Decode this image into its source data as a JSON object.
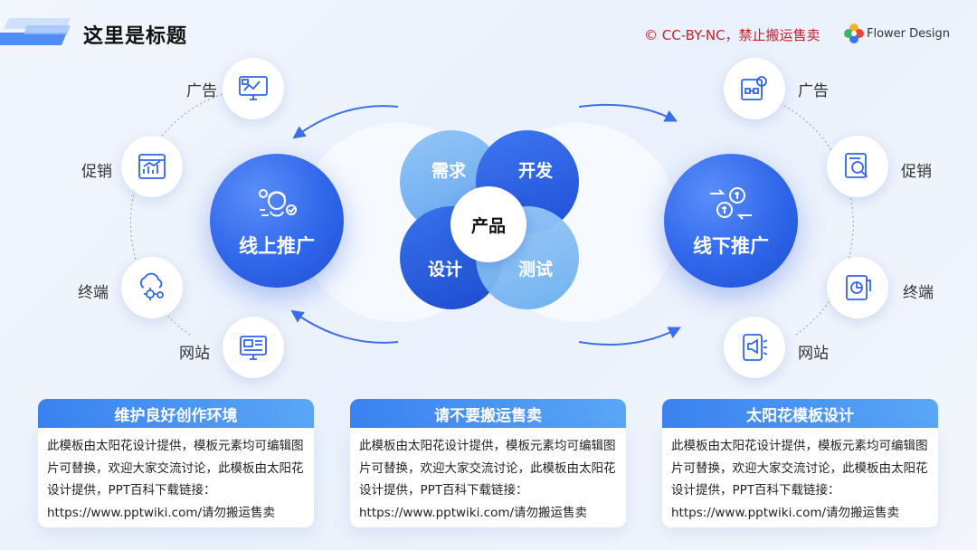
{
  "header": {
    "title": "这里是标题",
    "copyright": "© CC-BY-NC，禁止搬运售卖",
    "brand": "Flower Design"
  },
  "left_hub": {
    "label": "线上推广",
    "items": [
      "广告",
      "促销",
      "终端",
      "网站"
    ]
  },
  "right_hub": {
    "label": "线下推广",
    "items": [
      "广告",
      "促销",
      "终端",
      "网站"
    ]
  },
  "center": {
    "core": "产品",
    "petals": [
      "需求",
      "开发",
      "设计",
      "测试"
    ]
  },
  "cards": [
    {
      "title": "维护良好创作环境",
      "text": "此模板由太阳花设计提供，模板元素均可编辑图片可替换，欢迎大家交流讨论，此模板由太阳花设计提供，PPT百科下载链接：https://www.pptwiki.com/请勿搬运售卖"
    },
    {
      "title": "请不要搬运售卖",
      "text": "此模板由太阳花设计提供，模板元素均可编辑图片可替换，欢迎大家交流讨论，此模板由太阳花设计提供，PPT百科下载链接：https://www.pptwiki.com/请勿搬运售卖"
    },
    {
      "title": "太阳花模板设计",
      "text": "此模板由太阳花设计提供，模板元素均可编辑图片可替换，欢迎大家交流讨论，此模板由太阳花设计提供，PPT百科下载链接：https://www.pptwiki.com/请勿搬运售卖"
    }
  ],
  "colors": {
    "primary": "#2f66ea",
    "accent_light": "#7fb6f5",
    "copyright_red": "#c8202a"
  },
  "icons": {
    "left": [
      "monitor-chart-icon",
      "browser-chart-icon",
      "cloud-gear-icon",
      "website-icon"
    ],
    "right": [
      "flow-gear-icon",
      "search-document-icon",
      "tablet-pie-icon",
      "megaphone-icon"
    ],
    "left_hub": "marketing-person-icon",
    "right_hub": "money-exchange-icon"
  }
}
